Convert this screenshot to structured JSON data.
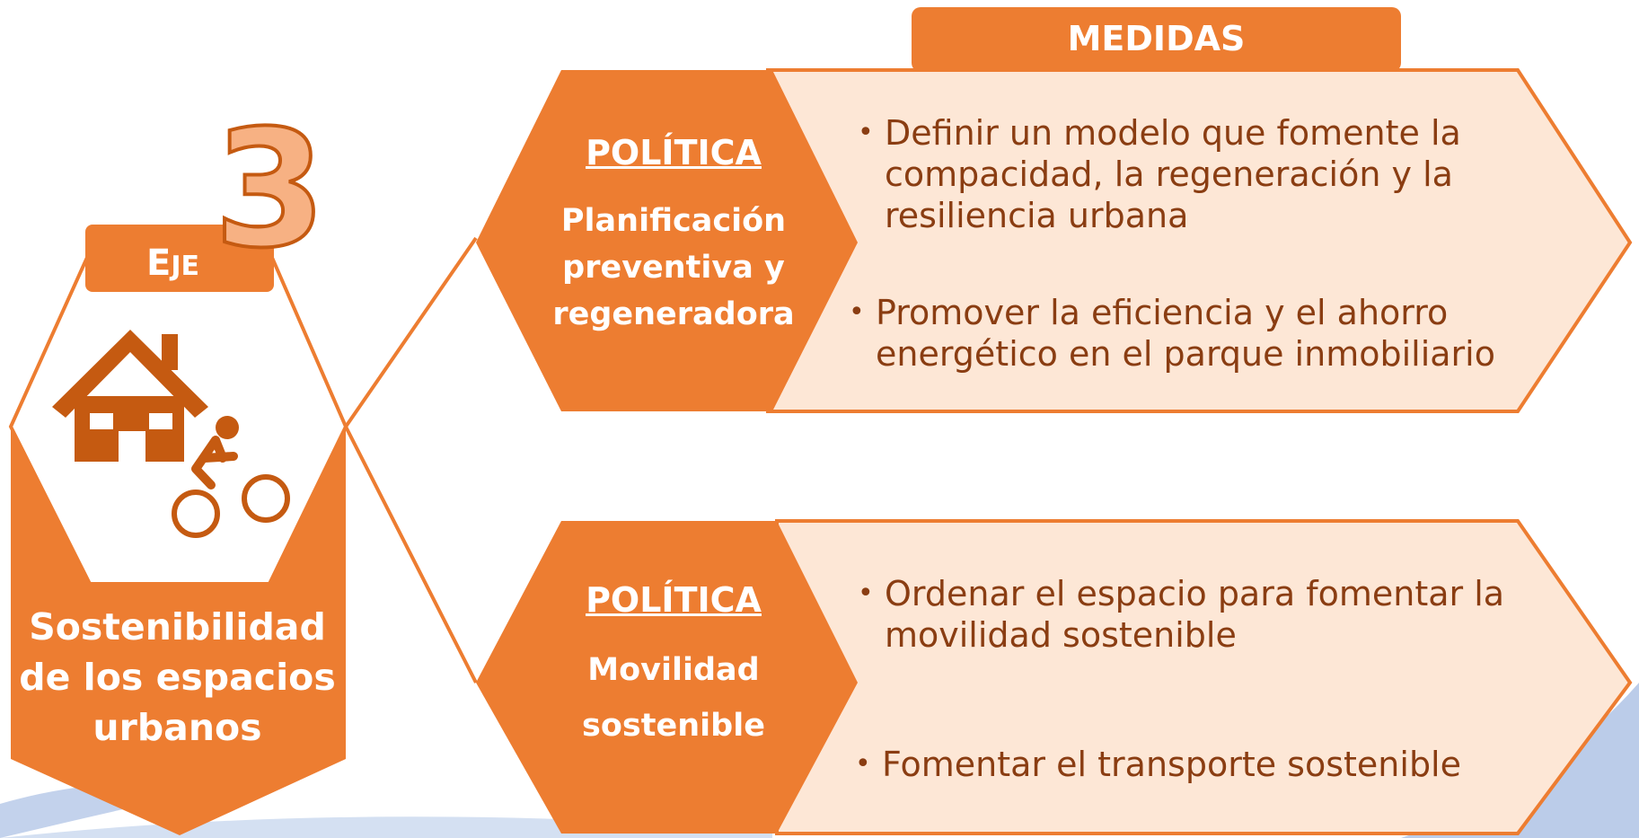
{
  "header": {
    "measures_label": "MEDIDAS"
  },
  "axis": {
    "number": "3",
    "label_first": "E",
    "label_rest": "JE",
    "title_lines": [
      "Sostenibilidad",
      "de los espacios",
      "urbanos"
    ]
  },
  "policies": [
    {
      "label": "POLÍTICA",
      "name_lines": [
        "Planificación",
        "preventiva y",
        "regeneradora"
      ],
      "measures": [
        [
          "Definir un modelo que fomente la",
          "compacidad, la regeneración y la",
          "resiliencia urbana"
        ],
        [
          "Promover la eficiencia y el ahorro",
          "energético en el parque inmobiliario"
        ]
      ]
    },
    {
      "label": "POLÍTICA",
      "name_lines": [
        "Movilidad",
        "sostenible"
      ],
      "measures": [
        [
          "Ordenar el espacio para fomentar la",
          "movilidad sostenible"
        ],
        [
          "Fomentar el transporte sostenible"
        ]
      ]
    }
  ],
  "colors": {
    "orange": "#ed7d31",
    "peach": "#fde7d6",
    "brown": "#8a3d12",
    "light_orange": "#f7b183",
    "icon": "#c55a11",
    "blue_wave": "#b4c7e7"
  }
}
